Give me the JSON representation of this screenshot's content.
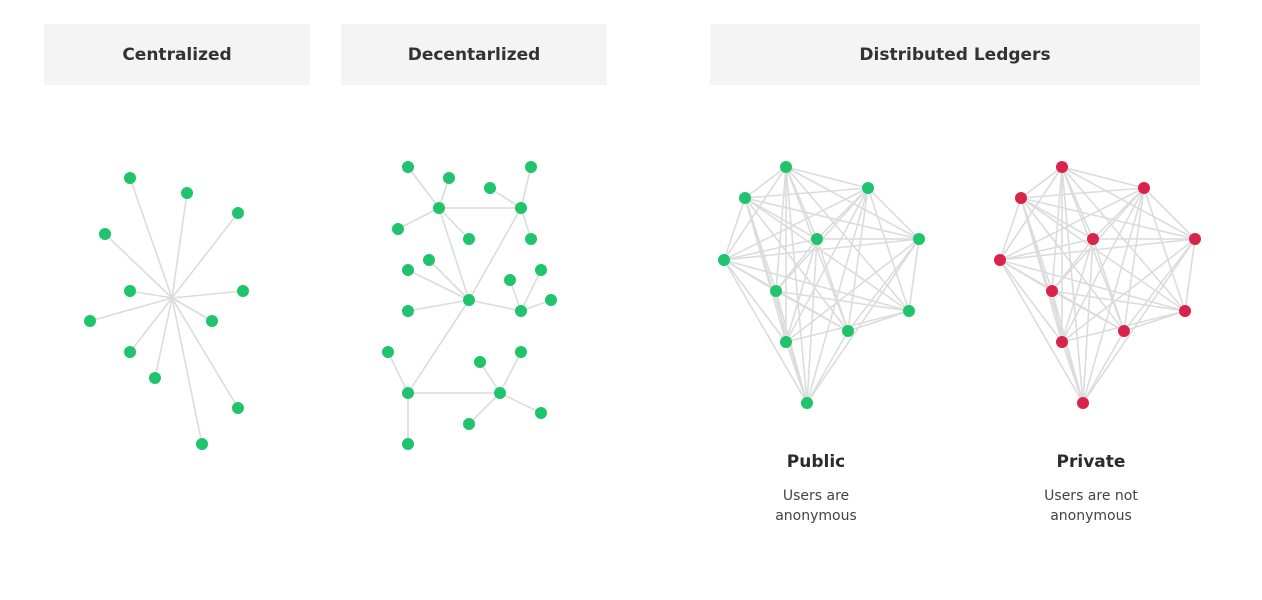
{
  "headers": {
    "centralized": "Centralized",
    "decentralized": "Decentarlized",
    "distributed": "Distributed Ledgers"
  },
  "ledgers": {
    "public": {
      "title": "Public",
      "desc_line1": "Users are",
      "desc_line2": "anonymous"
    },
    "private": {
      "title": "Private",
      "desc_line1": "Users are not",
      "desc_line2": "anonymous"
    }
  },
  "colors": {
    "public_node": "#1fc46d",
    "private_node": "#d8234a",
    "edge": "#dcdcdc",
    "header_bg": "#f4f4f4"
  }
}
